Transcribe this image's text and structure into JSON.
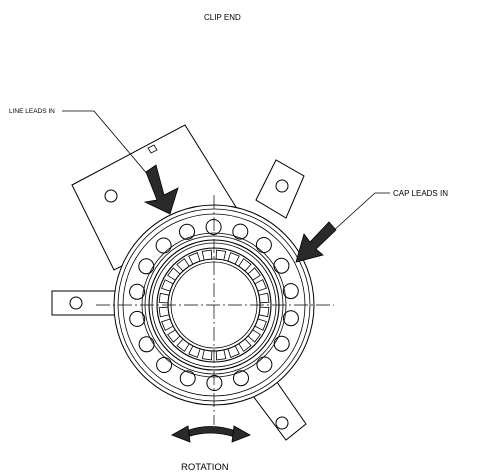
{
  "labels": {
    "clip_end": "CLIP END",
    "line_leads_in": "LINE LEADS IN",
    "cap_leads_in": "CAP LEADS IN",
    "rotation": "ROTATION"
  },
  "colors": {
    "ink": "#000000",
    "arrow_fill": "#2a2a2a",
    "background": "#ffffff"
  }
}
